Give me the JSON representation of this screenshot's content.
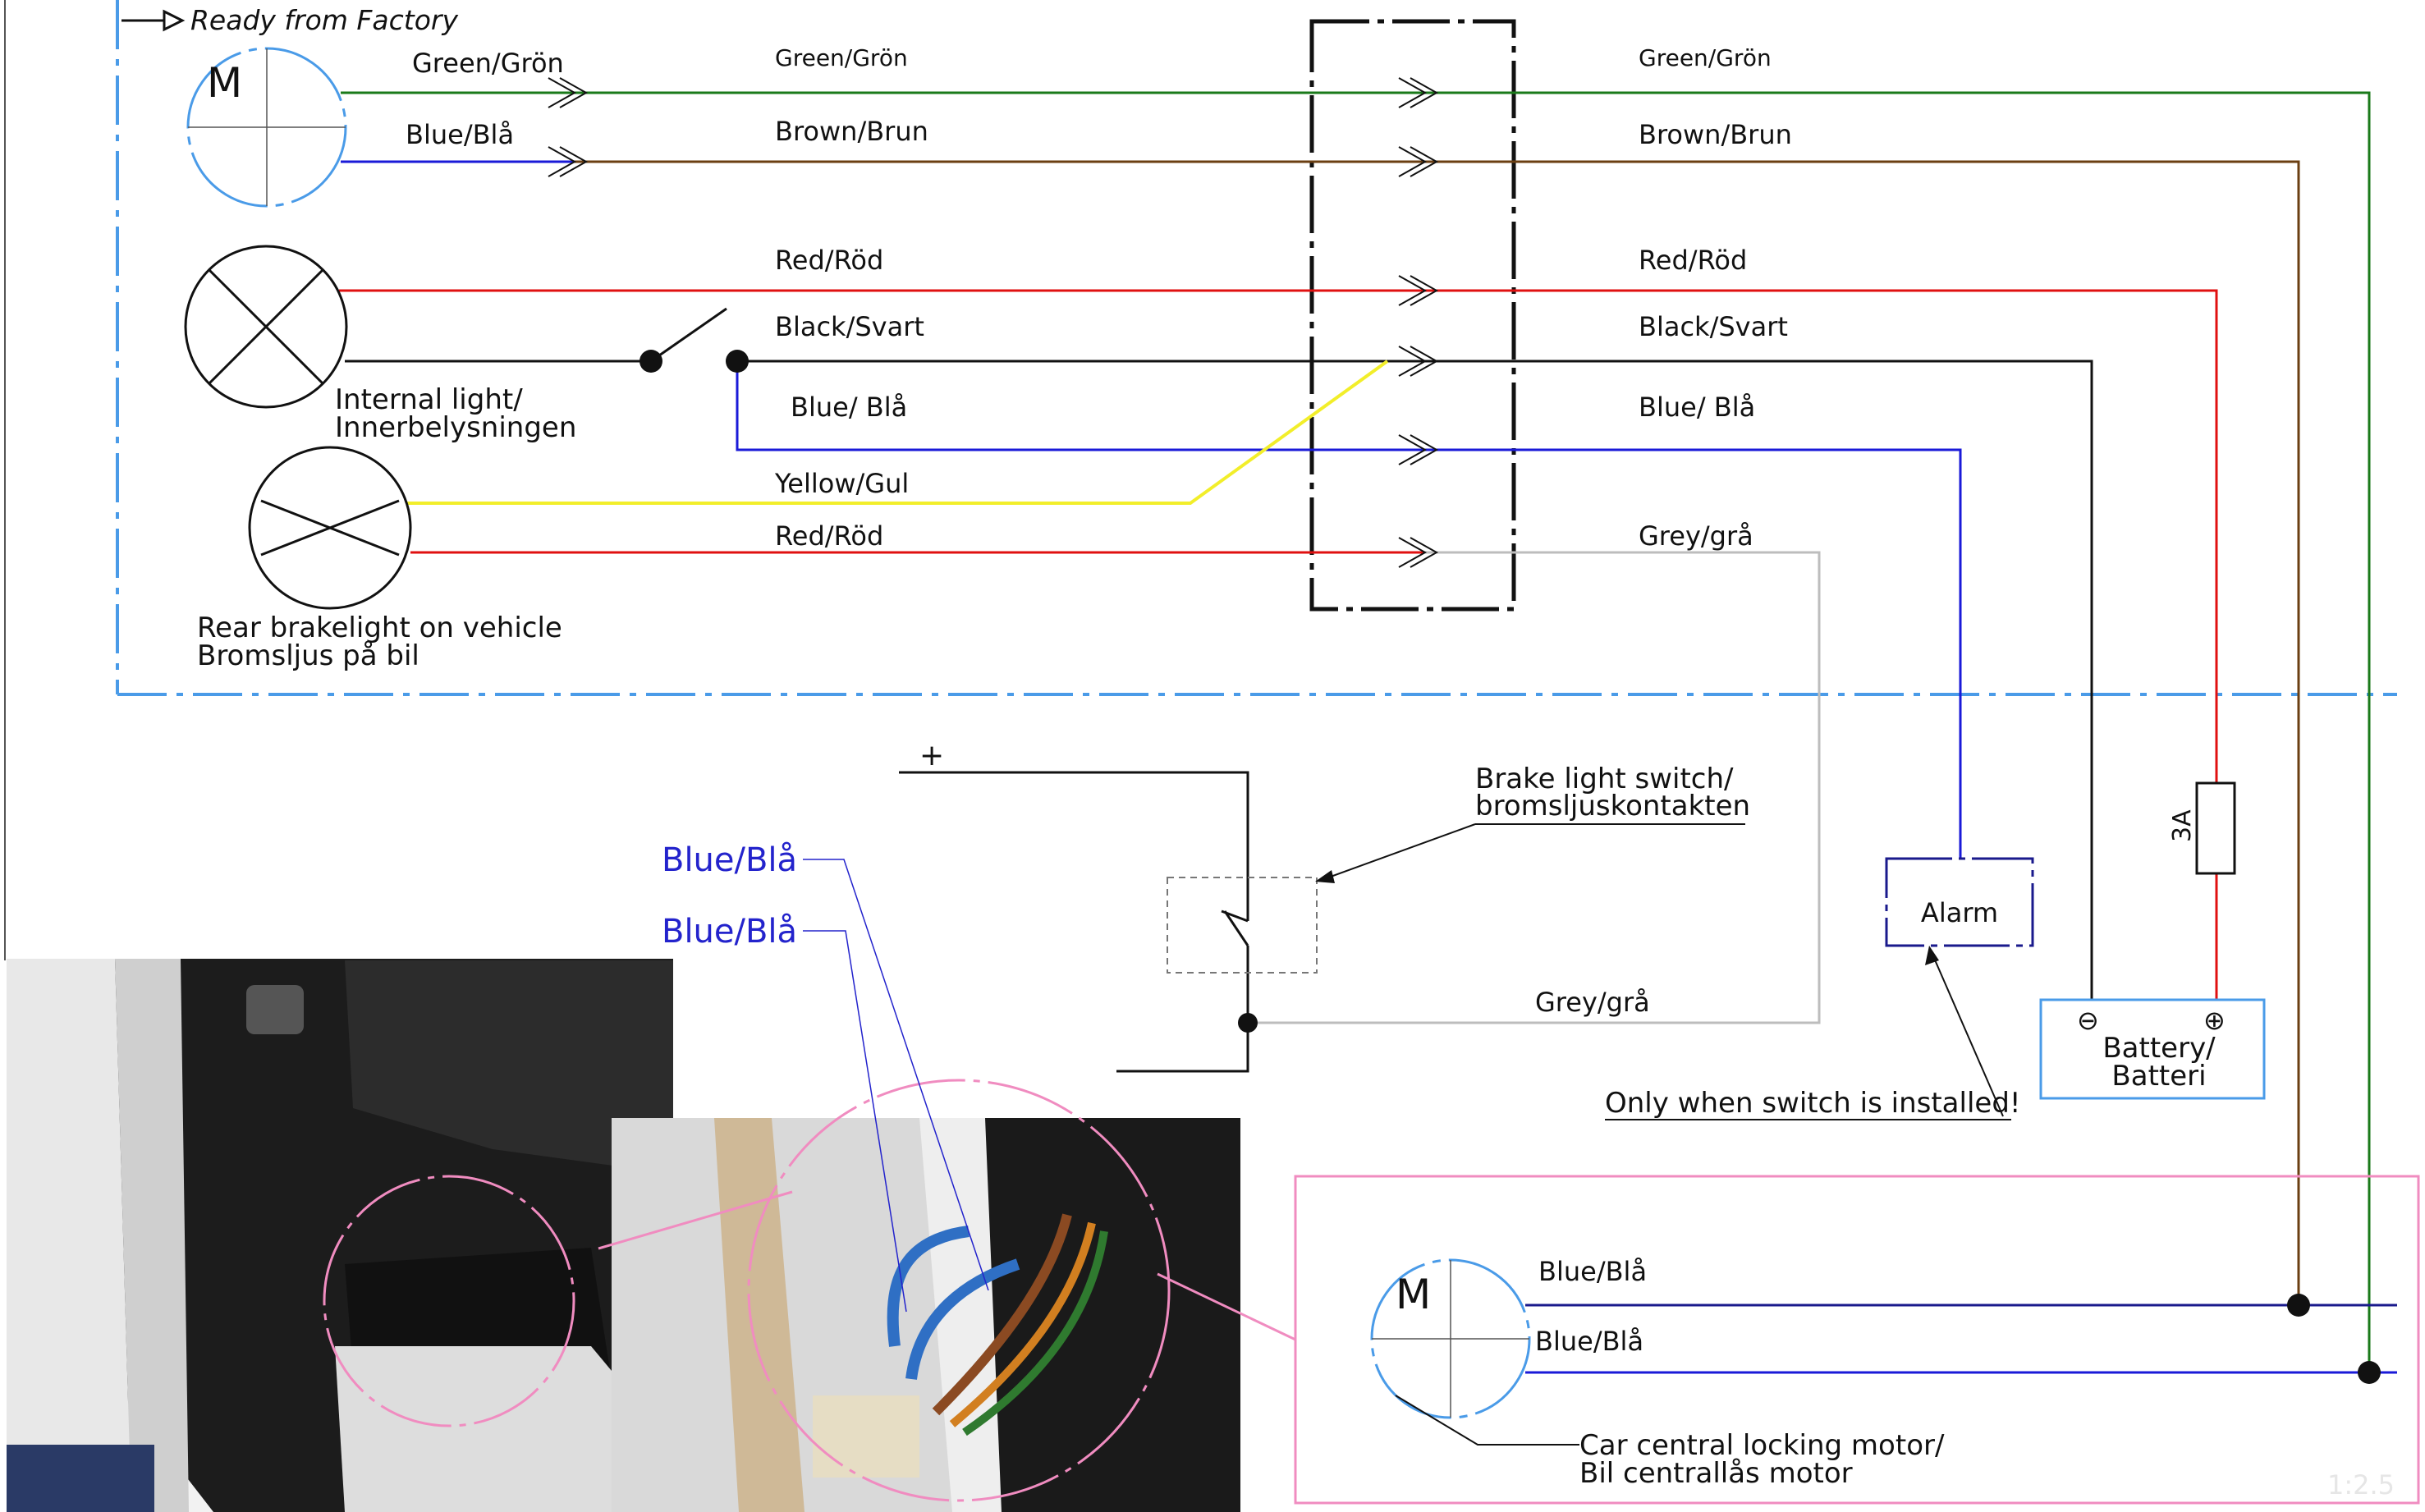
{
  "header": {
    "ready_from_factory": "Ready from Factory"
  },
  "components": {
    "motor_symbol_letter": "M",
    "internal_light_line1": "Internal light/",
    "internal_light_line2": "Innerbelysningen",
    "rear_brakelight_line1": "Rear brakelight on vehicle",
    "rear_brakelight_line2": "Bromsljus på bil",
    "brake_switch_line1": "Brake light switch/",
    "brake_switch_line2": "bromsljuskontakten",
    "alarm": "Alarm",
    "battery_line1": "Battery/",
    "battery_line2": "Batteri",
    "fuse_rating": "3A",
    "plus_terminal": "+",
    "battery_minus": "⊖",
    "battery_plus": "⊕",
    "only_when_switch": "Only when switch is installed!",
    "central_lock_line1": "Car central locking motor/",
    "central_lock_line2": "Bil centrallås motor",
    "scale": "1:2.5"
  },
  "wires_left": {
    "green": "Green/Grön",
    "blue": "Blue/Blå"
  },
  "wires_mid": {
    "green": "Green/Grön",
    "brown": "Brown/Brun",
    "red": "Red/Röd",
    "black": "Black/Svart",
    "blue": "Blue/ Blå",
    "yellow": "Yellow/Gul",
    "red2": "Red/Röd"
  },
  "wires_right": {
    "green": "Green/Grön",
    "brown": "Brown/Brun",
    "red": "Red/Röd",
    "black": "Black/Svart",
    "blue": "Blue/ Blå",
    "grey": "Grey/grå"
  },
  "wires_lower": {
    "grey": "Grey/grå",
    "lock_blue1": "Blue/Blå",
    "lock_blue2": "Blue/Blå"
  },
  "photo_callouts": {
    "blue1": "Blue/Blå",
    "blue2": "Blue/Blå"
  },
  "colors": {
    "frame_blue": "#4a9be8",
    "green": "#1a7a1a",
    "brown": "#6b3f12",
    "red": "#e01010",
    "black": "#111111",
    "blue": "#1a1ad8",
    "yellow": "#f2ee2a",
    "grey": "#bdbdbd",
    "pink": "#f08cc0",
    "navy": "#1a1a8c",
    "callout_blue": "#2323cc"
  }
}
